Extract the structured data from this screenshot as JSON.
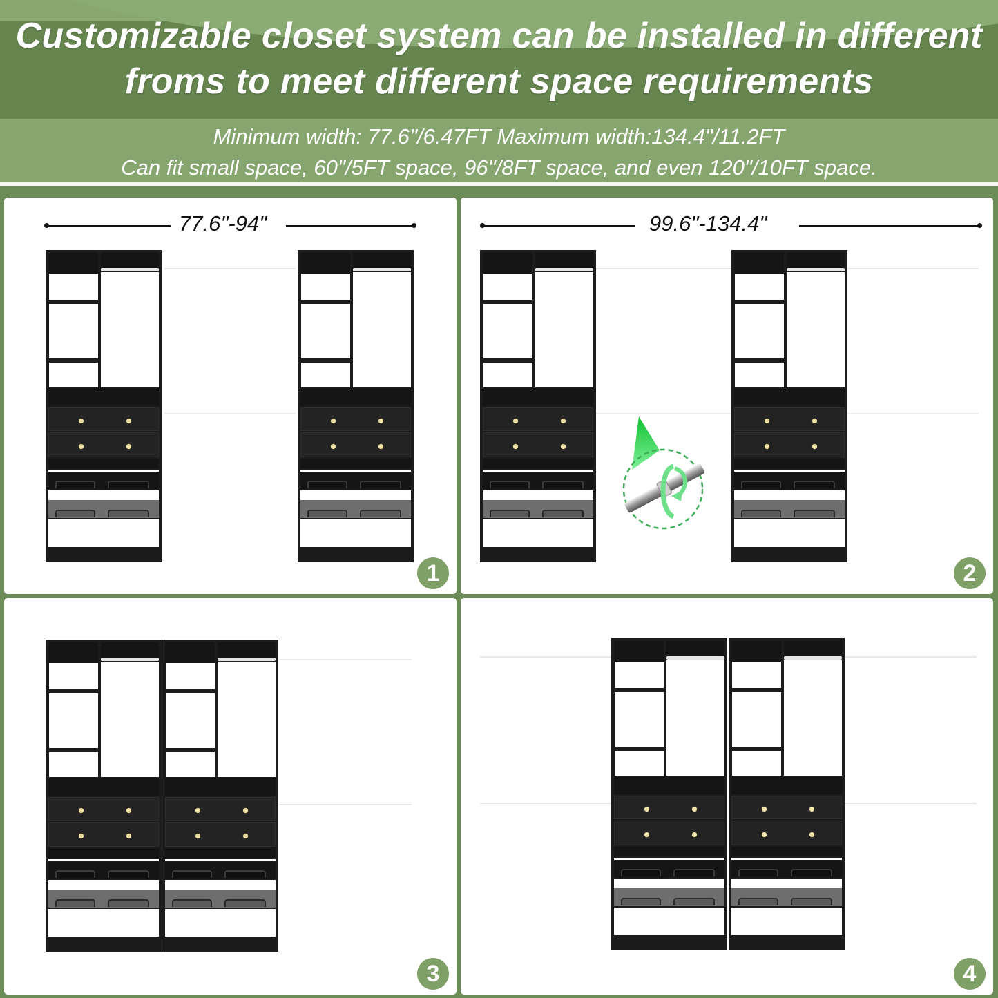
{
  "header": {
    "title_line1": "Customizable closet system can be installed in different",
    "title_line2": "froms to meet different space requirements",
    "subtitle_line1": "Minimum width: 77.6\"/6.47FT  Maximum width:134.4\"/11.2FT",
    "subtitle_line2": "Can fit small space, 60\"/5FT space, 96\"/8FT space, and even 120\"/10FT space."
  },
  "panels": [
    {
      "number": "1",
      "dimension": "77.6\"-94\"",
      "layout": "two separate units"
    },
    {
      "number": "2",
      "dimension": "99.6\"-134.4\"",
      "layout": "two separate units with adjustable rod",
      "icon": "rotate-rod-icon"
    },
    {
      "number": "3",
      "dimension": "",
      "layout": "two joined units left-aligned"
    },
    {
      "number": "4",
      "dimension": "",
      "layout": "two joined units centered"
    }
  ],
  "colors": {
    "header_dark_green": "#66854f",
    "header_light_green": "#86a56f",
    "badge_green": "#7fa066",
    "closet_black": "#1c1c1c",
    "knob_gold": "#f1e4a8",
    "arrow_green": "#22dd44"
  }
}
